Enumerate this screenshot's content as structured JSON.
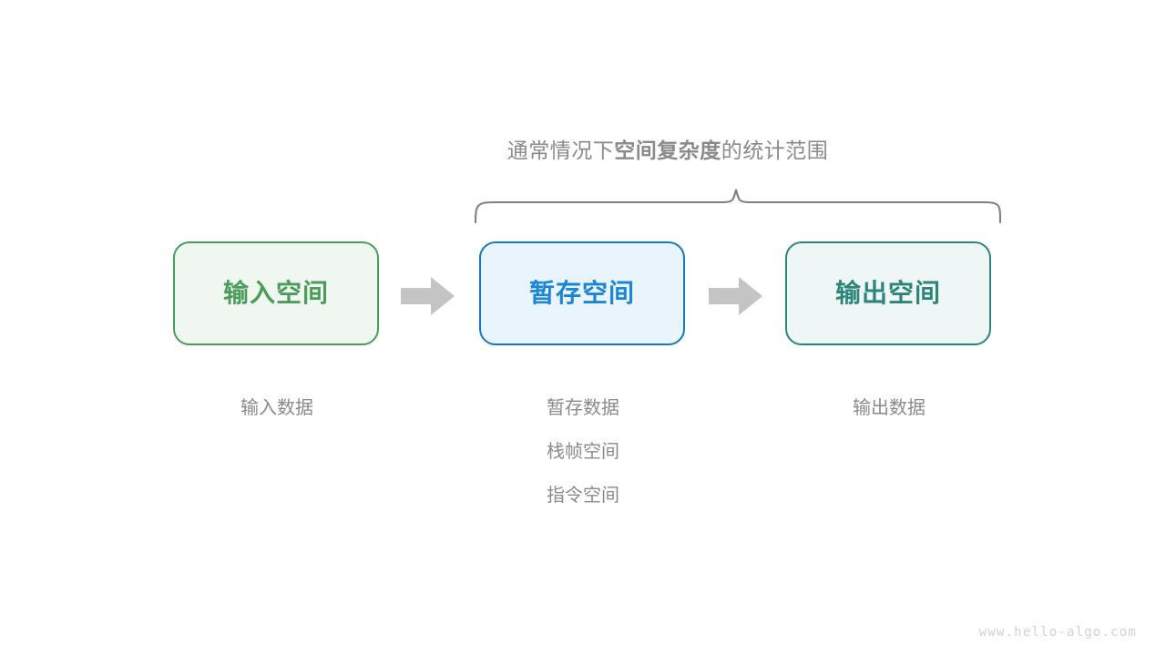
{
  "page": {
    "background": "#ffffff",
    "watermark": "www.hello-algo.com"
  },
  "caption": {
    "prefix": "通常情况下",
    "emphasis": "空间复杂度",
    "suffix": "的统计范围",
    "color": "#8a8a8a"
  },
  "brace": {
    "name": "curly-brace",
    "color": "#808080"
  },
  "boxes": [
    {
      "id": "input",
      "label": "输入空间",
      "border_color": "#4a9c5a",
      "fill_color": "#f0f7f0",
      "text_color": "#4a9c5a"
    },
    {
      "id": "temp",
      "label": "暂存空间",
      "border_color": "#1478c8",
      "fill_color": "#e9f4fd",
      "text_color": "#1b86d8"
    },
    {
      "id": "output",
      "label": "输出空间",
      "border_color": "#2d8579",
      "fill_color": "#eef7f5",
      "text_color": "#2d8579"
    }
  ],
  "arrows": [
    {
      "id": "arrow-1",
      "direction": "right",
      "color": "#c4c4c4"
    },
    {
      "id": "arrow-2",
      "direction": "right",
      "color": "#c4c4c4"
    }
  ],
  "sublabels": {
    "input": [
      "输入数据"
    ],
    "temp": [
      "暂存数据",
      "栈帧空间",
      "指令空间"
    ],
    "output": [
      "输出数据"
    ]
  }
}
